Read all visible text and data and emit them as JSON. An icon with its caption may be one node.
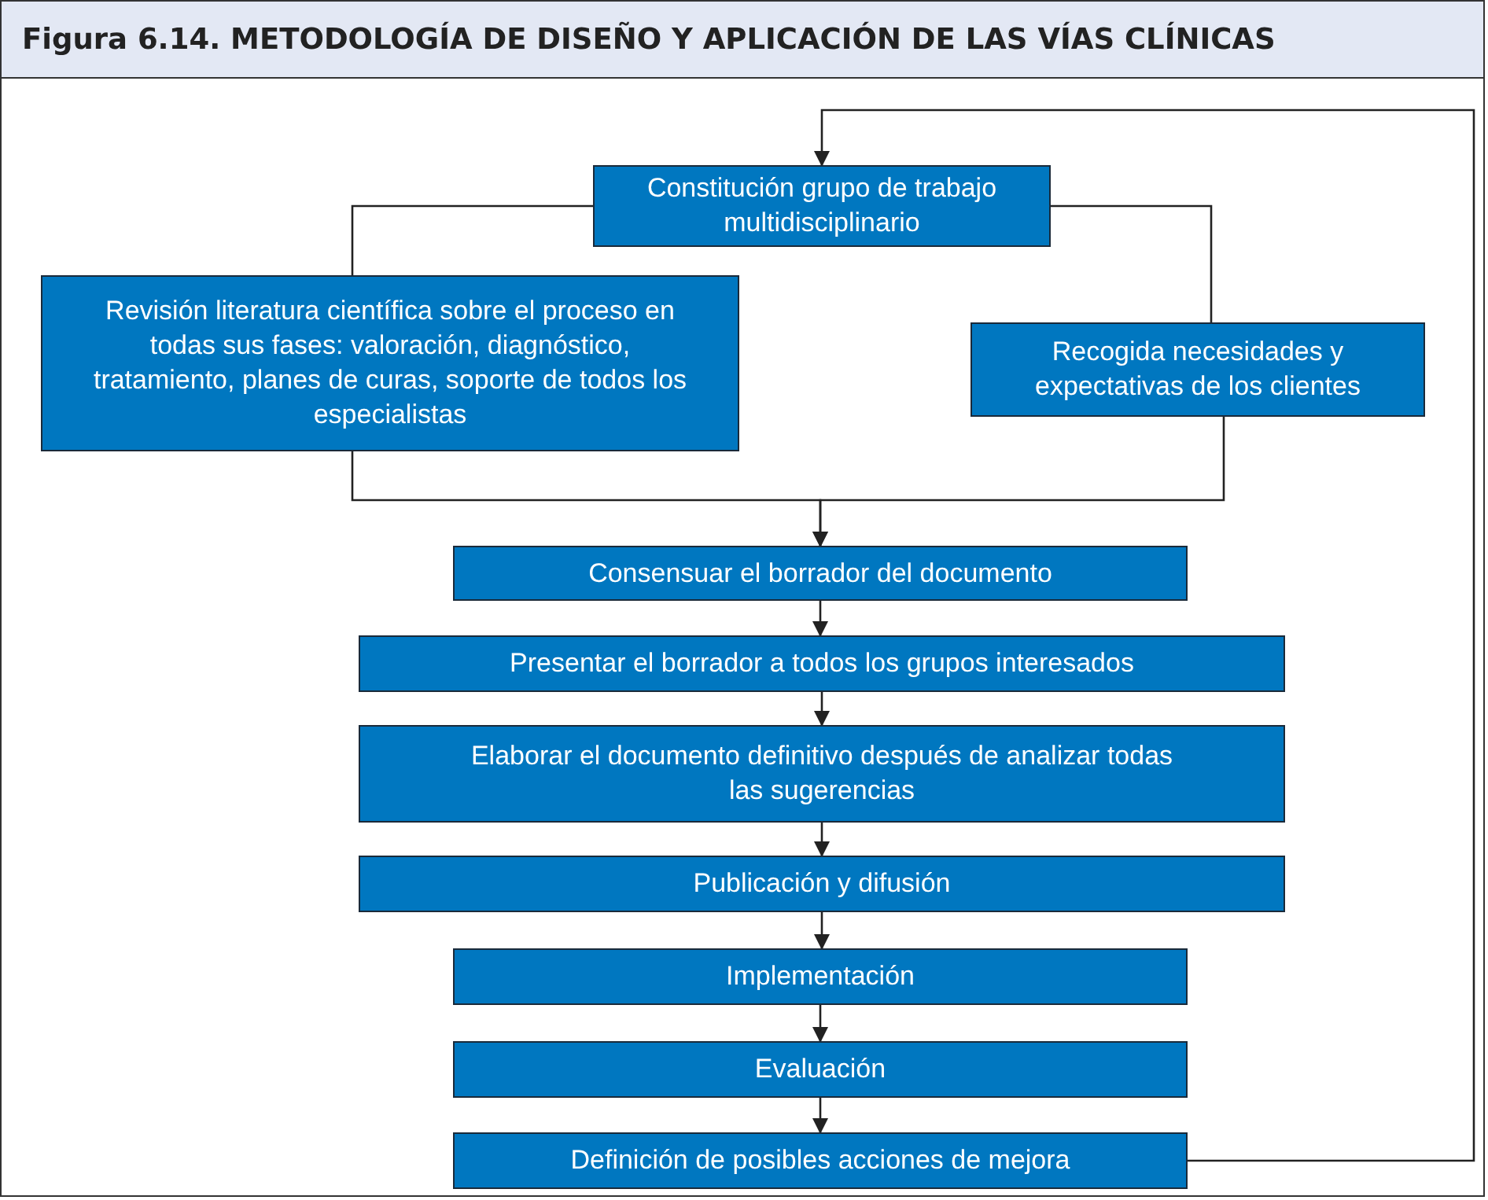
{
  "diagram": {
    "title": "Figura 6.14.  METODOLOGÍA DE DISEÑO Y APLICACIÓN DE LAS VÍAS CLÍNICAS",
    "nodes": [
      {
        "text": [
          "Constitución grupo de trabajo multidisciplinario"
        ]
      },
      {
        "text": [
          "Revisión literatura científica sobre el proceso en todas sus fases: valoración, diagnóstico, tratamiento, planes de curas, soporte de todos los especialistas"
        ]
      },
      {
        "text": [
          "Recogida necesidades y expectativas de los clientes"
        ]
      },
      {
        "text": [
          "Consensuar el borrador del documento"
        ]
      },
      {
        "text": [
          "Presentar el borrador a todos los grupos interesados"
        ]
      },
      {
        "text": [
          "Elaborar el documento definitivo después de analizar todas las sugerencias"
        ]
      },
      {
        "text": [
          "Publicación y difusión"
        ]
      },
      {
        "text": [
          "Implementación"
        ]
      },
      {
        "text": [
          "Evaluación"
        ]
      },
      {
        "text": [
          "Definición de posibles acciones de mejora"
        ]
      }
    ],
    "edges": [
      {
        "from": 0,
        "to": 1,
        "arrow": "none"
      },
      {
        "from": 0,
        "to": 2,
        "arrow": "none"
      },
      {
        "from": 1,
        "to": 3,
        "arrow": "to"
      },
      {
        "from": 2,
        "to": 3,
        "arrow": "to"
      },
      {
        "from": 3,
        "to": 4,
        "arrow": "to"
      },
      {
        "from": 4,
        "to": 5,
        "arrow": "to"
      },
      {
        "from": 5,
        "to": 6,
        "arrow": "to"
      },
      {
        "from": 6,
        "to": 7,
        "arrow": "to"
      },
      {
        "from": 7,
        "to": 8,
        "arrow": "to"
      },
      {
        "from": 8,
        "to": 9,
        "arrow": "to"
      },
      {
        "from": 9,
        "to": 0,
        "arrow": "to"
      }
    ]
  }
}
